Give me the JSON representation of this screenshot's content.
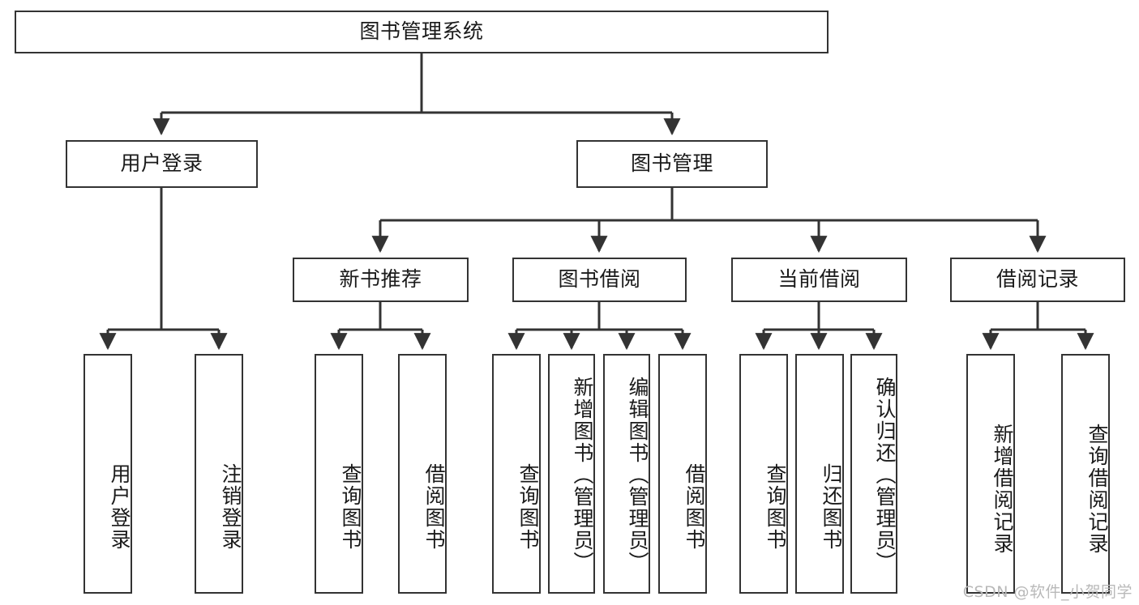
{
  "diagram": {
    "title": "图书管理系统",
    "type": "tree",
    "watermark": "CSDN @软件_小贺同学",
    "colors": {
      "stroke": "#333333",
      "fill": "#ffffff",
      "text": "#1a1a1a",
      "watermark": "#b9b9b9"
    }
  },
  "nodes": {
    "root": {
      "label": "图书管理系统",
      "level": 1,
      "orientation": "horizontal"
    },
    "user_login": {
      "label": "用户登录",
      "level": 2,
      "orientation": "horizontal"
    },
    "book_manage": {
      "label": "图书管理",
      "level": 2,
      "orientation": "horizontal"
    },
    "new_book_rec": {
      "label": "新书推荐",
      "level": 3,
      "orientation": "horizontal"
    },
    "book_borrow": {
      "label": "图书借阅",
      "level": 3,
      "orientation": "horizontal"
    },
    "current_borrow": {
      "label": "当前借阅",
      "level": 3,
      "orientation": "horizontal"
    },
    "borrow_record": {
      "label": "借阅记录",
      "level": 3,
      "orientation": "horizontal"
    },
    "leaf_user_login": {
      "label": "用户登录",
      "level": 4,
      "orientation": "vertical"
    },
    "leaf_logout": {
      "label": "注销登录",
      "level": 4,
      "orientation": "vertical"
    },
    "leaf_query_book_1": {
      "label": "查询图书",
      "level": 4,
      "orientation": "vertical"
    },
    "leaf_borrow_book_1": {
      "label": "借阅图书",
      "level": 4,
      "orientation": "vertical"
    },
    "leaf_query_book_2": {
      "label": "查询图书",
      "level": 4,
      "orientation": "vertical"
    },
    "leaf_add_book": {
      "label": "新增图书（管理员）",
      "level": 4,
      "orientation": "vertical"
    },
    "leaf_edit_book": {
      "label": "编辑图书（管理员）",
      "level": 4,
      "orientation": "vertical"
    },
    "leaf_borrow_book_2": {
      "label": "借阅图书",
      "level": 4,
      "orientation": "vertical"
    },
    "leaf_query_book_3": {
      "label": "查询图书",
      "level": 4,
      "orientation": "vertical"
    },
    "leaf_return_book": {
      "label": "归还图书",
      "level": 4,
      "orientation": "vertical"
    },
    "leaf_confirm_return": {
      "label": "确认归还（管理员）",
      "level": 4,
      "orientation": "vertical"
    },
    "leaf_add_record": {
      "label": "新增借阅记录",
      "level": 4,
      "orientation": "vertical"
    },
    "leaf_query_record": {
      "label": "查询借阅记录",
      "level": 4,
      "orientation": "vertical"
    }
  },
  "edges": [
    {
      "from": "root",
      "to": "user_login"
    },
    {
      "from": "root",
      "to": "book_manage"
    },
    {
      "from": "user_login",
      "to": "leaf_user_login"
    },
    {
      "from": "user_login",
      "to": "leaf_logout"
    },
    {
      "from": "book_manage",
      "to": "new_book_rec"
    },
    {
      "from": "book_manage",
      "to": "book_borrow"
    },
    {
      "from": "book_manage",
      "to": "current_borrow"
    },
    {
      "from": "book_manage",
      "to": "borrow_record"
    },
    {
      "from": "new_book_rec",
      "to": "leaf_query_book_1"
    },
    {
      "from": "new_book_rec",
      "to": "leaf_borrow_book_1"
    },
    {
      "from": "book_borrow",
      "to": "leaf_query_book_2"
    },
    {
      "from": "book_borrow",
      "to": "leaf_add_book"
    },
    {
      "from": "book_borrow",
      "to": "leaf_edit_book"
    },
    {
      "from": "book_borrow",
      "to": "leaf_borrow_book_2"
    },
    {
      "from": "current_borrow",
      "to": "leaf_query_book_3"
    },
    {
      "from": "current_borrow",
      "to": "leaf_return_book"
    },
    {
      "from": "current_borrow",
      "to": "leaf_confirm_return"
    },
    {
      "from": "borrow_record",
      "to": "leaf_add_record"
    },
    {
      "from": "borrow_record",
      "to": "leaf_query_record"
    }
  ]
}
